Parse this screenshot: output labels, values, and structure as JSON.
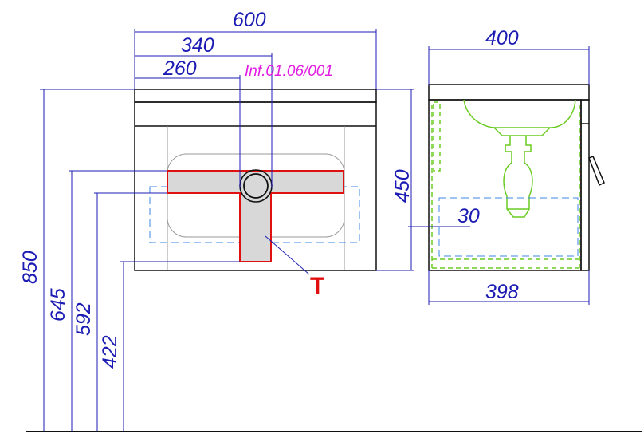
{
  "drawing": {
    "reference_code": "Inf.01.06/001",
    "trap_marker": "T",
    "colors": {
      "dimension": "#1b1bb4",
      "reference": "#e21ce2",
      "connection_zone_fill": "#d8d8d8",
      "connection_zone_stroke": "#e01010",
      "fixture_outline": "#6acb22",
      "hidden_outline": "#3d86e6"
    },
    "front_view": {
      "width_overall": "600",
      "dim_340": "340",
      "dim_260": "260",
      "height_850": "850",
      "height_645": "645",
      "height_592": "592",
      "height_422": "422"
    },
    "side_view": {
      "depth_top": "400",
      "height_450": "450",
      "offset_30": "30",
      "depth_bottom": "398"
    }
  }
}
